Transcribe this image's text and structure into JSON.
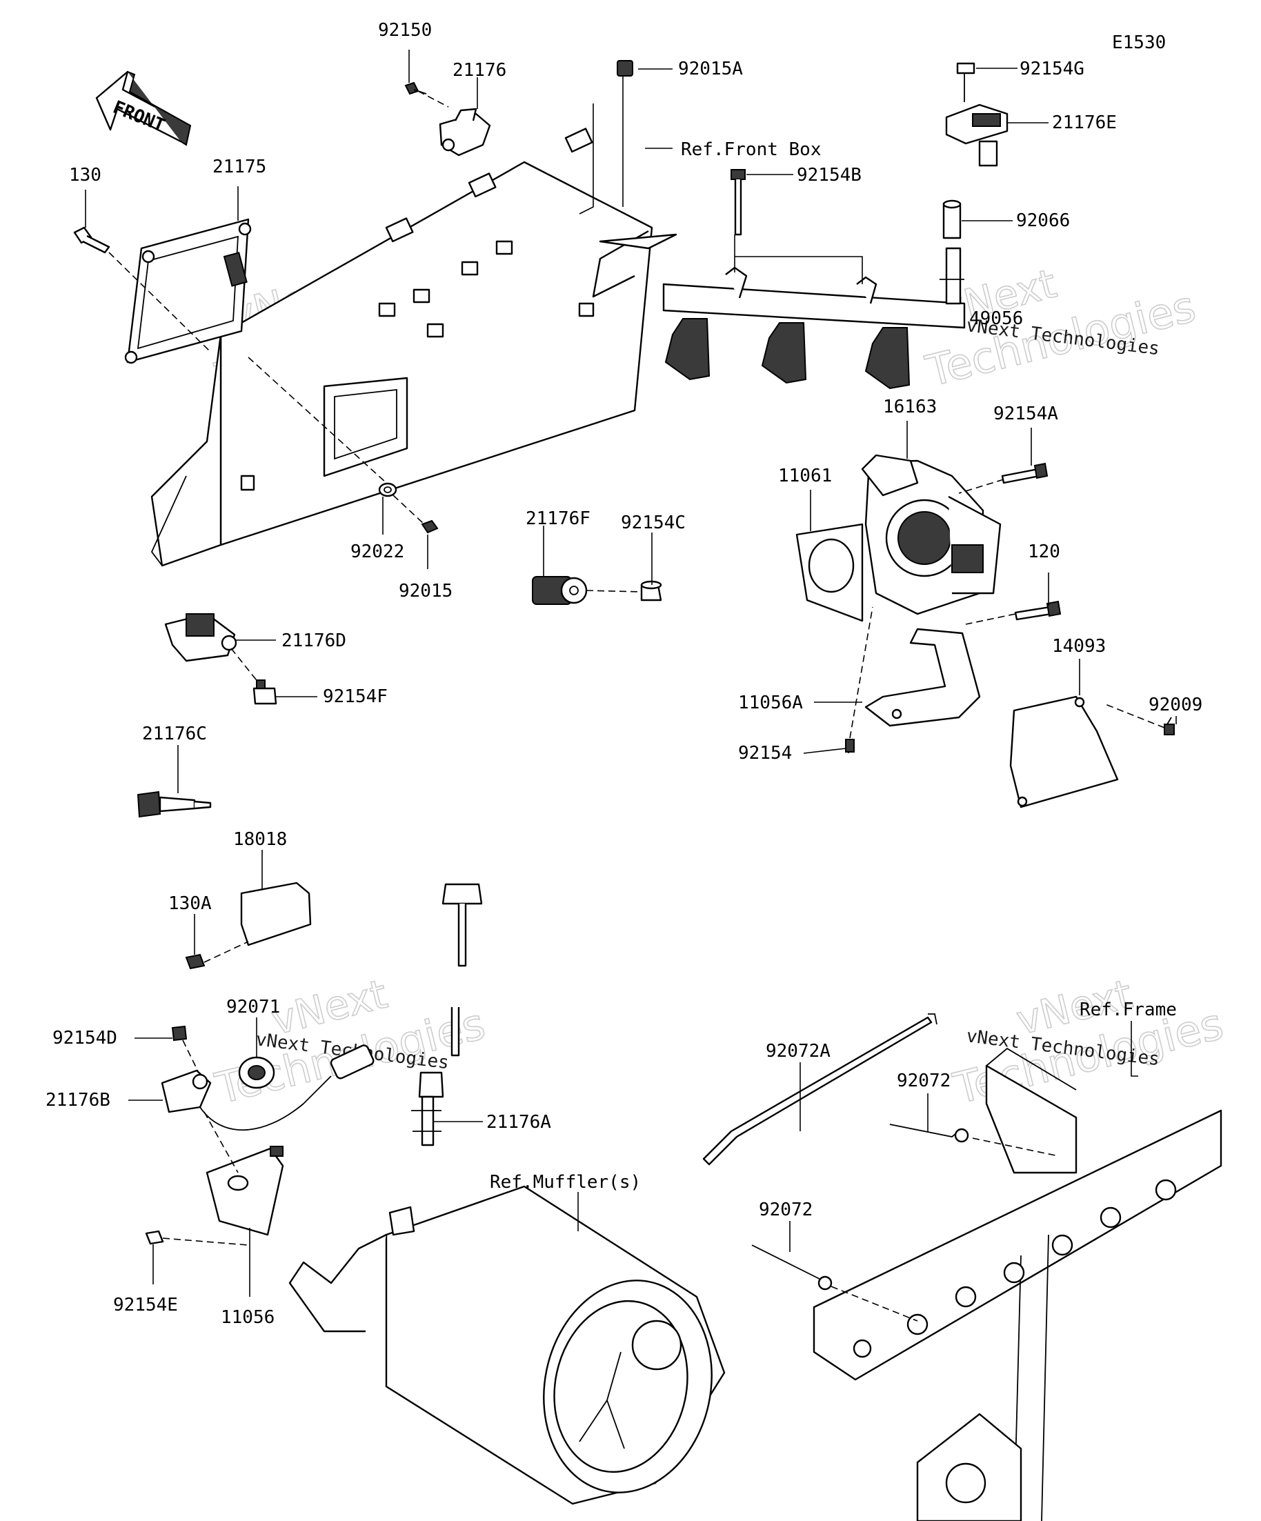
{
  "diagram_code": "E1530",
  "front_arrow_label": "FRONT",
  "watermark": {
    "line1": "vNext",
    "line2": "Technologies",
    "inline": "vNext Technologies"
  },
  "references": {
    "front_box": "Ref.Front Box",
    "muffler": "Ref.Muffler(s)",
    "frame": "Ref.Frame"
  },
  "parts": [
    {
      "id": "92150"
    },
    {
      "id": "21176"
    },
    {
      "id": "92015A"
    },
    {
      "id": "92154G"
    },
    {
      "id": "21176E"
    },
    {
      "id": "92154B"
    },
    {
      "id": "92066"
    },
    {
      "id": "49056"
    },
    {
      "id": "130"
    },
    {
      "id": "21175"
    },
    {
      "id": "16163"
    },
    {
      "id": "92154A"
    },
    {
      "id": "11061"
    },
    {
      "id": "120"
    },
    {
      "id": "14093"
    },
    {
      "id": "92009"
    },
    {
      "id": "11056A"
    },
    {
      "id": "92154"
    },
    {
      "id": "92022"
    },
    {
      "id": "92015"
    },
    {
      "id": "21176F"
    },
    {
      "id": "92154C"
    },
    {
      "id": "21176D"
    },
    {
      "id": "92154F"
    },
    {
      "id": "21176C"
    },
    {
      "id": "18018"
    },
    {
      "id": "130A"
    },
    {
      "id": "92071"
    },
    {
      "id": "92154D"
    },
    {
      "id": "21176B"
    },
    {
      "id": "21176A"
    },
    {
      "id": "92154E"
    },
    {
      "id": "11056"
    },
    {
      "id": "92072A"
    },
    {
      "id": "92072"
    },
    {
      "id": "92072"
    }
  ]
}
